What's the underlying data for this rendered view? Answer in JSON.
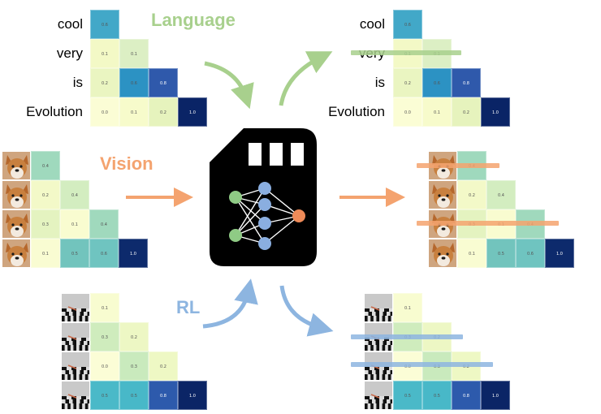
{
  "palette": {
    "language": "#a8d08d",
    "vision": "#f4a36f",
    "rl": "#8db5e0",
    "model_body": "#000000",
    "node_green": "#8fcb85",
    "node_blue": "#8aaee0",
    "node_orange": "#ee8a58"
  },
  "labels": {
    "language": "Language",
    "vision": "Vision",
    "rl": "RL"
  },
  "language": {
    "words": [
      "cool",
      "very",
      "is",
      "Evolution"
    ],
    "matrix": [
      [
        "0.6"
      ],
      [
        "0.1",
        "0.1"
      ],
      [
        "0.2",
        "0.6",
        "0.8"
      ],
      [
        "0.0",
        "0.1",
        "0.2",
        "1.0"
      ]
    ],
    "colors": [
      [
        "#42a8c8"
      ],
      [
        "#f3f9c6",
        "#dcefc4"
      ],
      [
        "#eaf5c1",
        "#2c92c3",
        "#2f59ab"
      ],
      [
        "#fbfdd5",
        "#f7fbcb",
        "#e6f3bd",
        "#0a2466"
      ]
    ],
    "pruned_words": [
      "very"
    ]
  },
  "vision": {
    "thumb_icons": [
      "dog-image",
      "dog-image",
      "dog-image",
      "dog-image"
    ],
    "matrix": [
      [
        "0.4"
      ],
      [
        "0.2",
        "0.4"
      ],
      [
        "0.3",
        "0.1",
        "0.4"
      ],
      [
        "0.1",
        "0.5",
        "0.6",
        "1.0"
      ]
    ],
    "colors": [
      [
        "#9fd9bd"
      ],
      [
        "#f3f9c8",
        "#d3edc0"
      ],
      [
        "#e4f3c0",
        "#f9fcd0",
        "#a0d9bd"
      ],
      [
        "#f9fcd2",
        "#72c4bd",
        "#6fc4c0",
        "#0d2a6c"
      ]
    ],
    "pruned_rows": [
      0,
      2
    ]
  },
  "rl": {
    "thumb_icons": [
      "checkerboard-image",
      "checkerboard-image",
      "checkerboard-image",
      "checkerboard-image"
    ],
    "matrix": [
      [
        "0.1"
      ],
      [
        "0.3",
        "0.2"
      ],
      [
        "0.0",
        "0.3",
        "0.2"
      ],
      [
        "0.5",
        "0.5",
        "0.8",
        "1.0"
      ]
    ],
    "colors": [
      [
        "#f8fcd0"
      ],
      [
        "#cfecbd",
        "#edf7c4"
      ],
      [
        "#fbfdd6",
        "#c9eabd",
        "#eef8c4"
      ],
      [
        "#4ab9c8",
        "#48b8c8",
        "#2d5aac",
        "#0b2566"
      ]
    ],
    "pruned_rows": [
      1,
      2
    ]
  },
  "model": {
    "icon": "neural-network-chip-icon"
  }
}
